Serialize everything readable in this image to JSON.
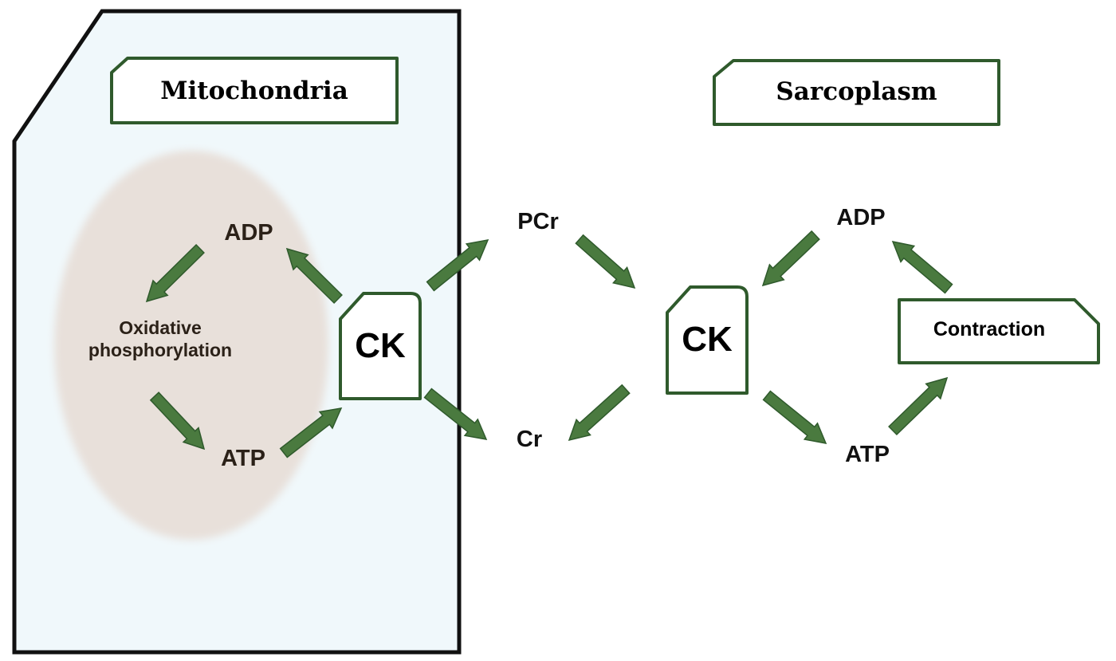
{
  "colors": {
    "panel_fill": "#f0f8fb",
    "panel_stroke": "#111111",
    "ellipse_fill": "#e8e0da",
    "box_stroke": "#2f5a2c",
    "arrow_green": "#4a7a3f"
  },
  "compartments": {
    "mitochondria": "Mitochondria",
    "sarcoplasm": "Sarcoplasm"
  },
  "mitochondria": {
    "adp": "ADP",
    "process": "Oxidative phosphorylation",
    "atp": "ATP",
    "enzyme": "CK"
  },
  "shuttle": {
    "pcr": "PCr",
    "cr": "Cr"
  },
  "sarcoplasm": {
    "enzyme": "CK",
    "adp": "ADP",
    "atp": "ATP",
    "contraction": "Contraction"
  },
  "flows": [
    [
      "ADP",
      "Oxidative phosphorylation"
    ],
    [
      "Oxidative phosphorylation",
      "ATP"
    ],
    [
      "ATP",
      "CK"
    ],
    [
      "CK",
      "ADP"
    ],
    [
      "CK",
      "PCr"
    ],
    [
      "CK",
      "Cr"
    ],
    [
      "PCr",
      "CK"
    ],
    [
      "CK",
      "Cr"
    ],
    [
      "ADP",
      "CK"
    ],
    [
      "CK",
      "ATP"
    ],
    [
      "ATP",
      "Contraction"
    ],
    [
      "Contraction",
      "ADP"
    ]
  ]
}
